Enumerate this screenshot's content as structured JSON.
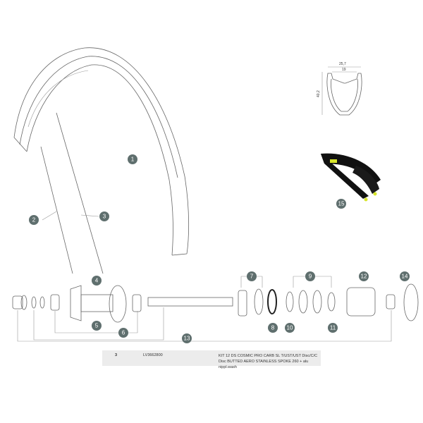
{
  "cross_section": {
    "width_outer": "25,7",
    "width_inner": "19",
    "height": "40,2"
  },
  "callouts": [
    "1",
    "2",
    "3",
    "4",
    "5",
    "6",
    "7",
    "8",
    "9",
    "10",
    "11",
    "12",
    "13",
    "14",
    "15"
  ],
  "table": {
    "qty": "3",
    "ref": "LV3662800",
    "description": "KIT 12 DS COSMIC PRO CARB SL T/UST/UST Disc/C/C Disc BUTTED AERO STAINLESS SPOKE 260 + alu nippl.wash"
  },
  "colors": {
    "callout": "#5f6f6e",
    "tire": "#111111",
    "valve": "#d7e52a"
  }
}
